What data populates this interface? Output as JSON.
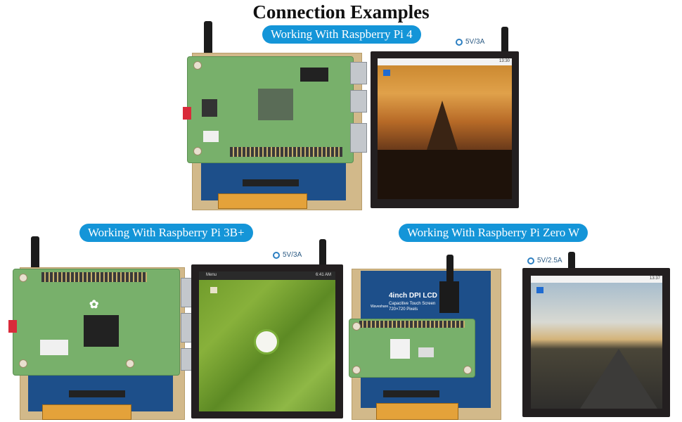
{
  "page_title": "Connection Examples",
  "sections": [
    {
      "label": "Working With Raspberry Pi 4",
      "power": "5V/3A"
    },
    {
      "label": "Working With Raspberry Pi 3B+",
      "power": "5V/3A"
    },
    {
      "label": "Working With Raspberry Pi Zero W",
      "power": "5V/2.5A"
    }
  ],
  "screens": {
    "pi4_clock": "13:30",
    "pi3_menu": "Menu",
    "pi3_clock": "6:41 AM",
    "pizero_clock": "13:37"
  },
  "board_text": {
    "zero_display_title": "4inch DPI LCD",
    "zero_display_subtitle": "Capacitive Touch Screen",
    "zero_display_res": "720×720 Pixels",
    "waveshare": "Waveshare"
  },
  "colors": {
    "pill": "#1495d8",
    "pcb": "#78b06b",
    "bezel": "#231f20"
  }
}
